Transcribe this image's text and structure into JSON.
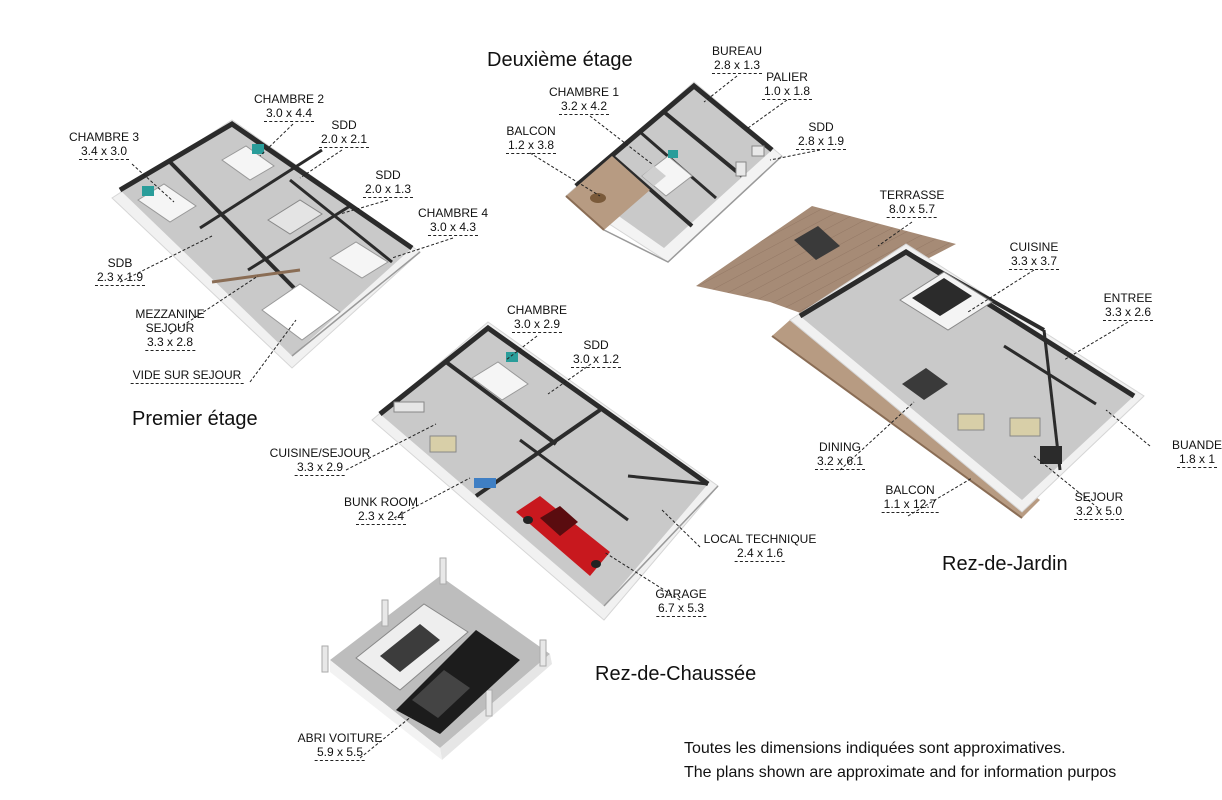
{
  "floors": {
    "deuxieme": "Deuxième étage",
    "premier": "Premier étage",
    "rez_jardin": "Rez-de-Jardin",
    "rez_chaussee": "Rez-de-Chaussée"
  },
  "rooms": {
    "bureau": {
      "name": "BUREAU",
      "dim": "2.8 x 1.3"
    },
    "palier": {
      "name": "PALIER",
      "dim": "1.0 x 1.8"
    },
    "chambre1": {
      "name": "CHAMBRE 1",
      "dim": "3.2 x 4.2"
    },
    "balcon2": {
      "name": "BALCON",
      "dim": "1.2 x 3.8"
    },
    "sdd2": {
      "name": "SDD",
      "dim": "2.8 x 1.9"
    },
    "chambre2": {
      "name": "CHAMBRE 2",
      "dim": "3.0 x 4.4"
    },
    "chambre3": {
      "name": "CHAMBRE 3",
      "dim": "3.4 x 3.0"
    },
    "sdd_a": {
      "name": "SDD",
      "dim": "2.0 x 2.1"
    },
    "sdd_b": {
      "name": "SDD",
      "dim": "2.0 x 1.3"
    },
    "chambre4": {
      "name": "CHAMBRE 4",
      "dim": "3.0 x 4.3"
    },
    "sdb": {
      "name": "SDB",
      "dim": "2.3 x 1.9"
    },
    "mezzanine": {
      "name": "MEZZANINE",
      "dim": ""
    },
    "sejour1": {
      "name": "SEJOUR",
      "dim": "3.3 x 2.8"
    },
    "vide": {
      "name": "VIDE SUR SEJOUR",
      "dim": ""
    },
    "terrasse": {
      "name": "TERRASSE",
      "dim": "8.0 x 5.7"
    },
    "cuisine": {
      "name": "CUISINE",
      "dim": "3.3 x 3.7"
    },
    "entree": {
      "name": "ENTREE",
      "dim": "3.3 x 2.6"
    },
    "buanderie": {
      "name": "BUANDE",
      "dim": "1.8 x 1"
    },
    "dining": {
      "name": "DINING",
      "dim": "3.2 x 6.1"
    },
    "balcon_rj": {
      "name": "BALCON",
      "dim": "1.1 x 12.7"
    },
    "sejour_rj": {
      "name": "SEJOUR",
      "dim": "3.2 x 5.0"
    },
    "chambre_rc": {
      "name": "CHAMBRE",
      "dim": "3.0 x 2.9"
    },
    "sdd_rc": {
      "name": "SDD",
      "dim": "3.0 x 1.2"
    },
    "cuisine_sejour": {
      "name": "CUISINE/SEJOUR",
      "dim": "3.3 x 2.9"
    },
    "bunk": {
      "name": "BUNK ROOM",
      "dim": "2.3 x 2.4"
    },
    "local": {
      "name": "LOCAL TECHNIQUE",
      "dim": "2.4 x 1.6"
    },
    "garage": {
      "name": "GARAGE",
      "dim": "6.7 x 5.3"
    },
    "abri": {
      "name": "ABRI VOITURE",
      "dim": "5.9 x 5.5"
    }
  },
  "footer": {
    "line1": "Toutes les dimensions indiquées sont approximatives.",
    "line2": "The plans shown are approximate and for information purpos"
  },
  "colors": {
    "floor": "#c9c9c9",
    "wall_top": "#2b2b2b",
    "wall_side": "#f2f2f2",
    "deck": "#a48a74",
    "teal": "#2a9d9a",
    "car_red": "#c8181e"
  }
}
